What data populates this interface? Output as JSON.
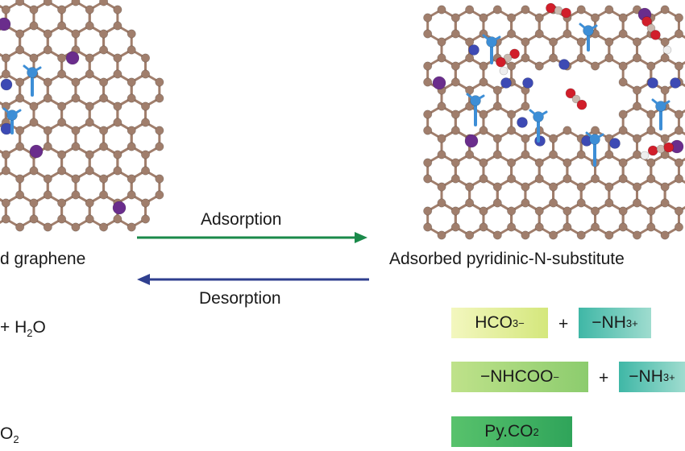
{
  "left_panel": {
    "title_fragment": "d graphene",
    "equation_fragment_1": "+ H",
    "equation_fragment_1_sub": "2",
    "equation_fragment_1_tail": "O",
    "equation_fragment_2": "O",
    "equation_fragment_2_sub": "2"
  },
  "right_panel": {
    "title_fragment": "Adsorbed pyridinic-N-substitute"
  },
  "arrows": {
    "forward_label": "Adsorption",
    "reverse_label": "Desorption",
    "forward_color": "#1a8a4a",
    "reverse_color": "#2f3f8f"
  },
  "products": [
    {
      "chip_text": "HCO",
      "chip_sub": "3",
      "chip_sup": "−",
      "plus": "+",
      "partner_text": "−NH",
      "partner_sub": "3",
      "partner_sup": "+"
    },
    {
      "chip_text": "−NHCOO",
      "chip_sup": "−",
      "plus": "+",
      "partner_text": "−NH",
      "partner_sub": "3",
      "partner_sup": "+"
    },
    {
      "chip_text": "Py.CO",
      "chip_sub": "2"
    }
  ],
  "colors": {
    "carbon": "#a07e6c",
    "nitrogen": "#3d4ab4",
    "dopant_purple": "#6a2d8c",
    "amine_blue": "#3d8ed6",
    "oxygen": "#d11e2a",
    "hydrogen": "#eeeeee"
  }
}
